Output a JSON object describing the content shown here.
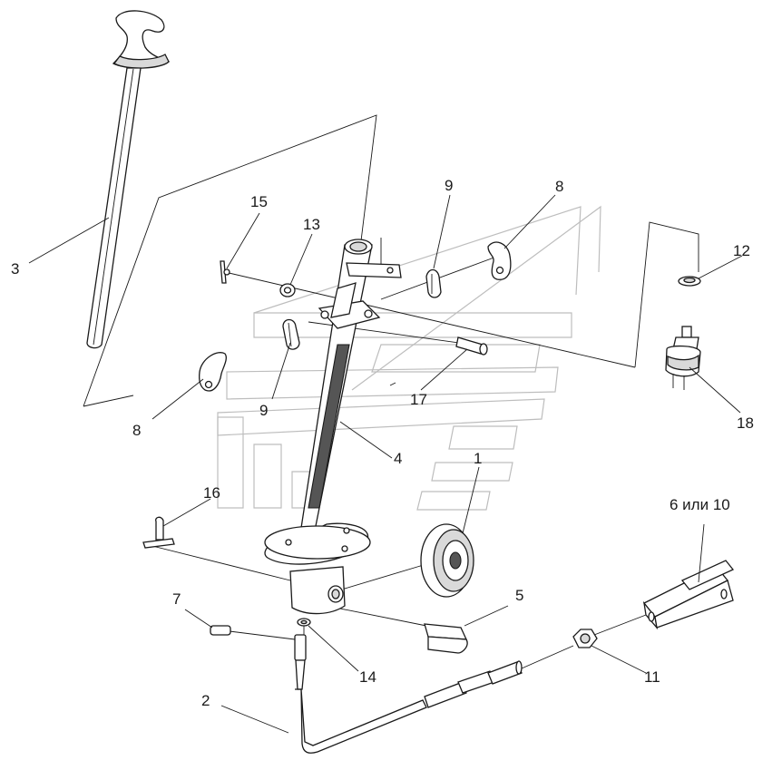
{
  "callouts": {
    "c1": "1",
    "c2": "2",
    "c3": "3",
    "c4": "4",
    "c5": "5",
    "c6_10": "6 или 10",
    "c7": "7",
    "c8_top": "8",
    "c8_left": "8",
    "c9_top": "9",
    "c9_left": "9",
    "c11": "11",
    "c12": "12",
    "c13": "13",
    "c14": "14",
    "c15": "15",
    "c16": "16",
    "c17": "17",
    "c18": "18"
  }
}
